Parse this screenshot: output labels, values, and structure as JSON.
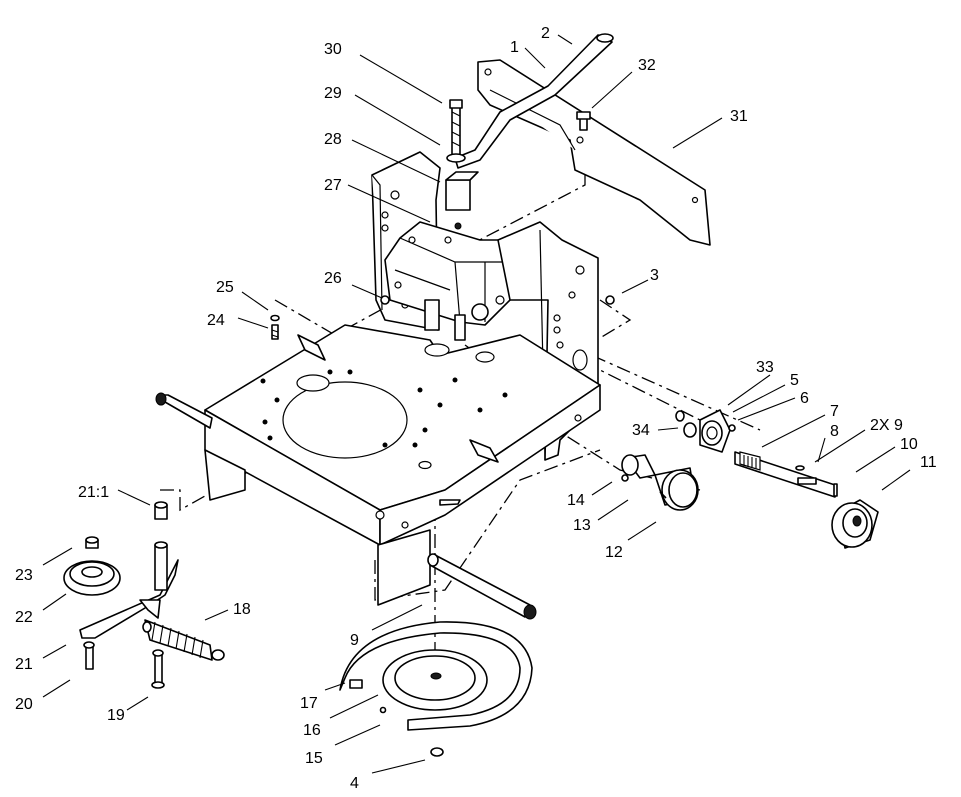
{
  "diagram": {
    "type": "exploded-parts-diagram",
    "callouts": [
      {
        "id": "c1",
        "text": "1"
      },
      {
        "id": "c2",
        "text": "2"
      },
      {
        "id": "c3",
        "text": "3"
      },
      {
        "id": "c4",
        "text": "4"
      },
      {
        "id": "c5",
        "text": "5"
      },
      {
        "id": "c6",
        "text": "6"
      },
      {
        "id": "c7",
        "text": "7"
      },
      {
        "id": "c8",
        "text": "8"
      },
      {
        "id": "c2x9",
        "text": "2X 9"
      },
      {
        "id": "c9",
        "text": "9"
      },
      {
        "id": "c10",
        "text": "10"
      },
      {
        "id": "c11",
        "text": "11"
      },
      {
        "id": "c12",
        "text": "12"
      },
      {
        "id": "c13",
        "text": "13"
      },
      {
        "id": "c14",
        "text": "14"
      },
      {
        "id": "c15",
        "text": "15"
      },
      {
        "id": "c16",
        "text": "16"
      },
      {
        "id": "c17",
        "text": "17"
      },
      {
        "id": "c18",
        "text": "18"
      },
      {
        "id": "c19",
        "text": "19"
      },
      {
        "id": "c20",
        "text": "20"
      },
      {
        "id": "c21",
        "text": "21"
      },
      {
        "id": "c21_1",
        "text": "21:1"
      },
      {
        "id": "c22",
        "text": "22"
      },
      {
        "id": "c23",
        "text": "23"
      },
      {
        "id": "c24",
        "text": "24"
      },
      {
        "id": "c25",
        "text": "25"
      },
      {
        "id": "c26",
        "text": "26"
      },
      {
        "id": "c27",
        "text": "27"
      },
      {
        "id": "c28",
        "text": "28"
      },
      {
        "id": "c29",
        "text": "29"
      },
      {
        "id": "c30",
        "text": "30"
      },
      {
        "id": "c31",
        "text": "31"
      },
      {
        "id": "c32",
        "text": "32"
      },
      {
        "id": "c33",
        "text": "33"
      },
      {
        "id": "c34",
        "text": "34"
      }
    ]
  }
}
